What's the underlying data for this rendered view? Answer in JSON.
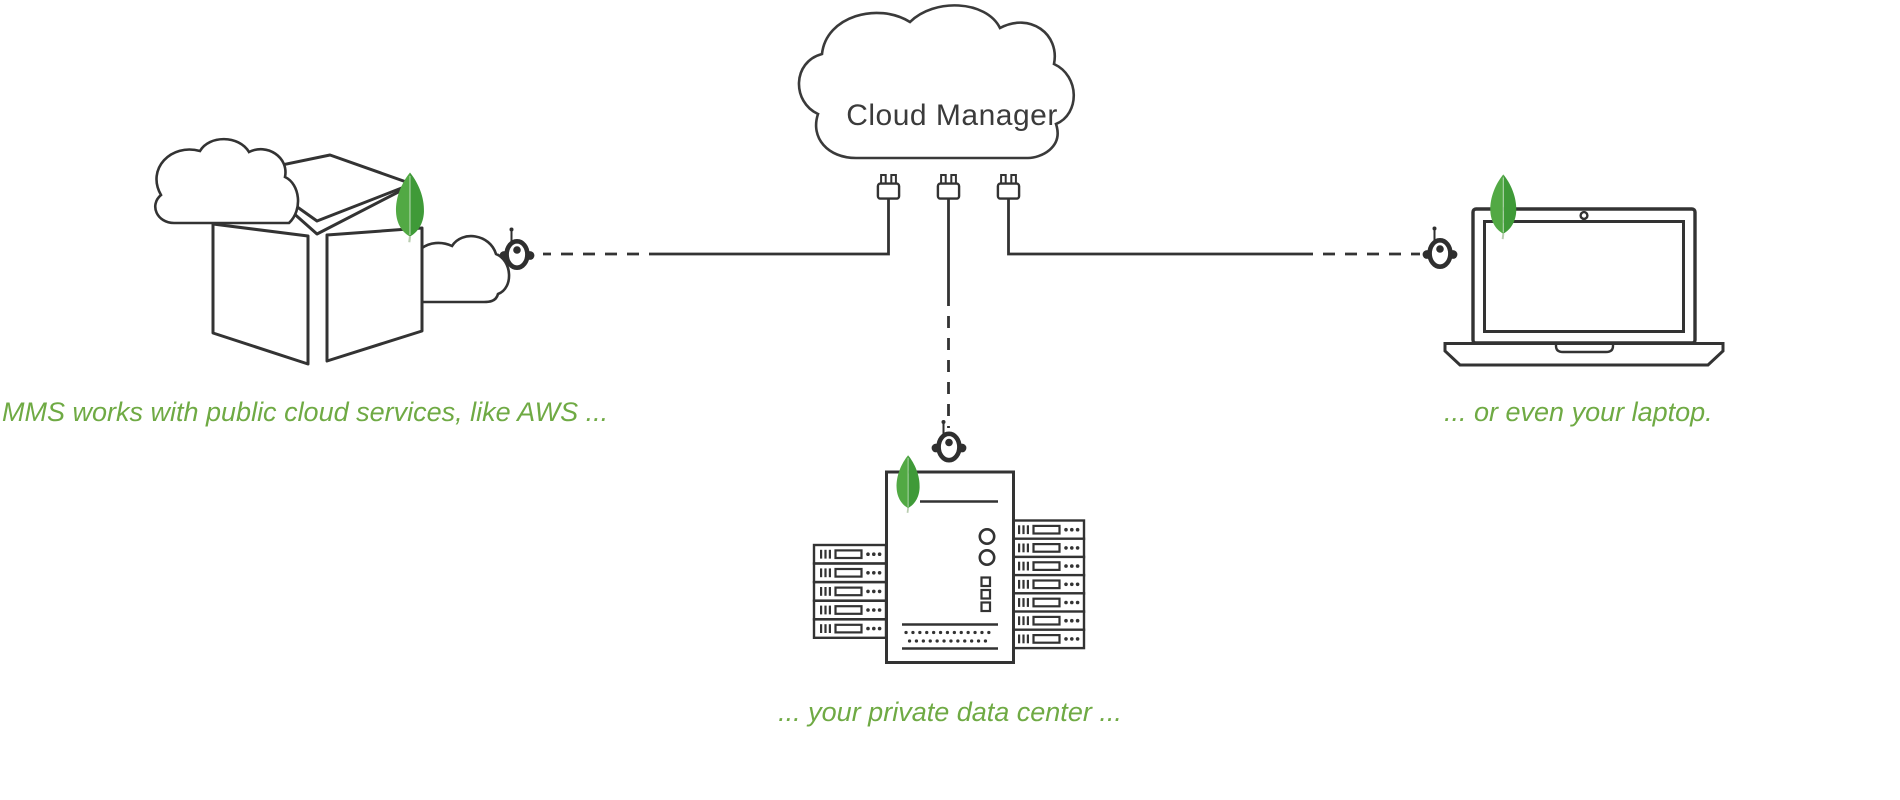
{
  "colors": {
    "caption_green": "#6faa44",
    "stroke": "#333333",
    "leaf_green_light": "#52a944",
    "leaf_green_dark": "#3f9a38",
    "background": "#ffffff"
  },
  "cloud": {
    "label": "Cloud Manager"
  },
  "captions": {
    "public_cloud": "MMS works with public cloud services, like AWS ...",
    "laptop": "... or even your laptop.",
    "data_center": "... your private data center ..."
  },
  "icons": {
    "cloud": "cloud-shape-icon",
    "plug": "power-plug-icon",
    "agent": "agent-robot-icon",
    "leaf": "mongodb-leaf-icon",
    "cube": "isometric-box-icon",
    "laptop": "laptop-icon",
    "server_rack": "server-rack-icon",
    "server_tower": "server-tower-icon"
  }
}
